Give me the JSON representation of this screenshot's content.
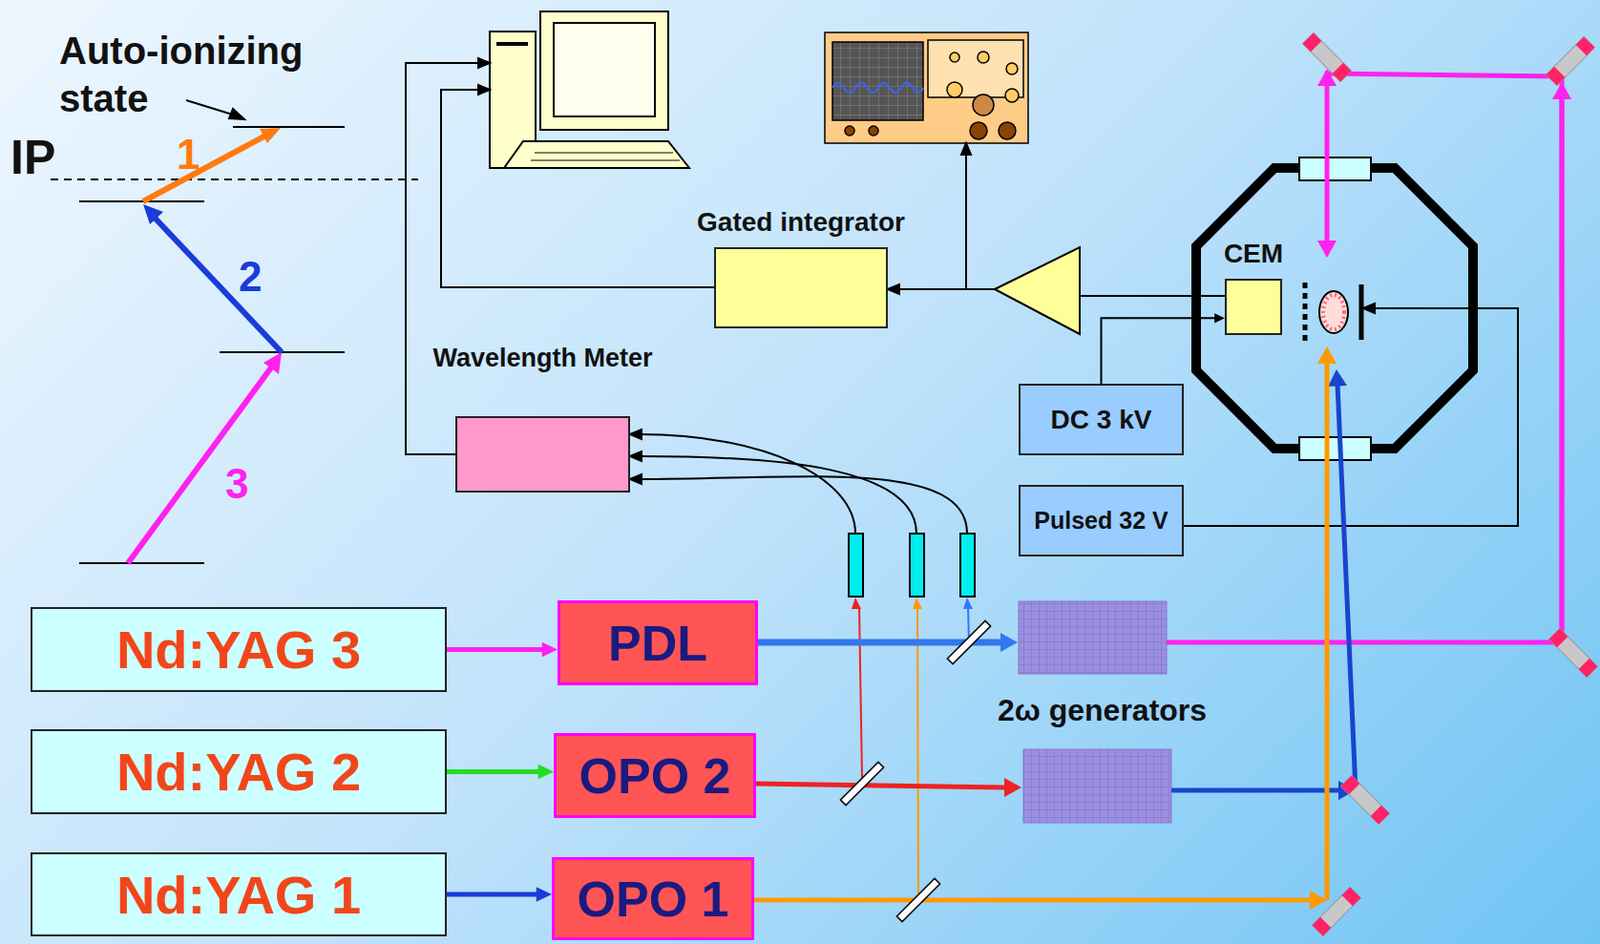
{
  "diagram": {
    "nodes": [
      {
        "text": [
          "Nd:YAG 3"
        ]
      },
      {
        "text": [
          "PDL"
        ]
      },
      {
        "text": [
          "Nd:YAG 2"
        ]
      },
      {
        "text": [
          "OPO 2"
        ]
      },
      {
        "text": [
          "Nd:YAG 1"
        ]
      },
      {
        "text": [
          "OPO 1"
        ]
      },
      {
        "text": [
          "Wavelength Meter"
        ]
      },
      {
        "text": [
          "Gated integrator"
        ]
      },
      {
        "text": [
          "DC 3 kV"
        ]
      },
      {
        "text": [
          "Pulsed 32 V"
        ]
      },
      {
        "text": [
          "CEM"
        ]
      }
    ],
    "edges": [
      {
        "from": 0,
        "to": 1,
        "arrow": "to"
      },
      {
        "from": 2,
        "to": 3,
        "arrow": "to"
      },
      {
        "from": 4,
        "to": 5,
        "arrow": "to"
      },
      {
        "from": 8,
        "to": 10,
        "arrow": "to"
      }
    ],
    "labels": [
      "Auto-ionizing state",
      "IP",
      "1",
      "2",
      "3",
      "2ω generators"
    ]
  }
}
